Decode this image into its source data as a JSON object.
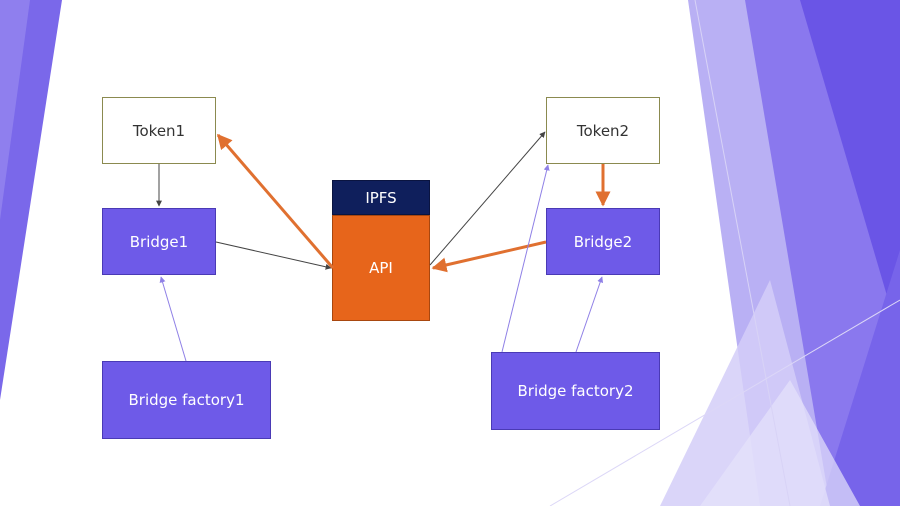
{
  "diagram": {
    "nodes": {
      "token1": {
        "label": "Token1"
      },
      "bridge1": {
        "label": "Bridge1"
      },
      "bridge_factory1": {
        "label": "Bridge factory1"
      },
      "ipfs": {
        "label": "IPFS"
      },
      "api": {
        "label": "API"
      },
      "token2": {
        "label": "Token2"
      },
      "bridge2": {
        "label": "Bridge2"
      },
      "bridge_factory2": {
        "label": "Bridge factory2"
      }
    },
    "edges": [
      {
        "from": "token1",
        "to": "bridge1",
        "style": "thin-dark"
      },
      {
        "from": "bridge_factory1",
        "to": "bridge1",
        "style": "thin-purple"
      },
      {
        "from": "bridge1",
        "to": "api",
        "style": "thin-dark"
      },
      {
        "from": "api",
        "to": "token1",
        "style": "thick-orange"
      },
      {
        "from": "api",
        "to": "token2",
        "style": "thin-dark"
      },
      {
        "from": "bridge2",
        "to": "api",
        "style": "thick-orange"
      },
      {
        "from": "token2",
        "to": "bridge2",
        "style": "thick-orange"
      },
      {
        "from": "bridge_factory2",
        "to": "bridge2",
        "style": "thin-purple"
      },
      {
        "from": "bridge_factory2",
        "to": "token2",
        "style": "thin-purple"
      }
    ]
  },
  "theme": {
    "accent_purple": "#6e5ae8",
    "ipfs_navy": "#0f1f5c",
    "api_orange": "#e7651b",
    "edge_orange": "#e07030",
    "edge_dark": "#444444",
    "edge_purple": "#8f80e6"
  }
}
